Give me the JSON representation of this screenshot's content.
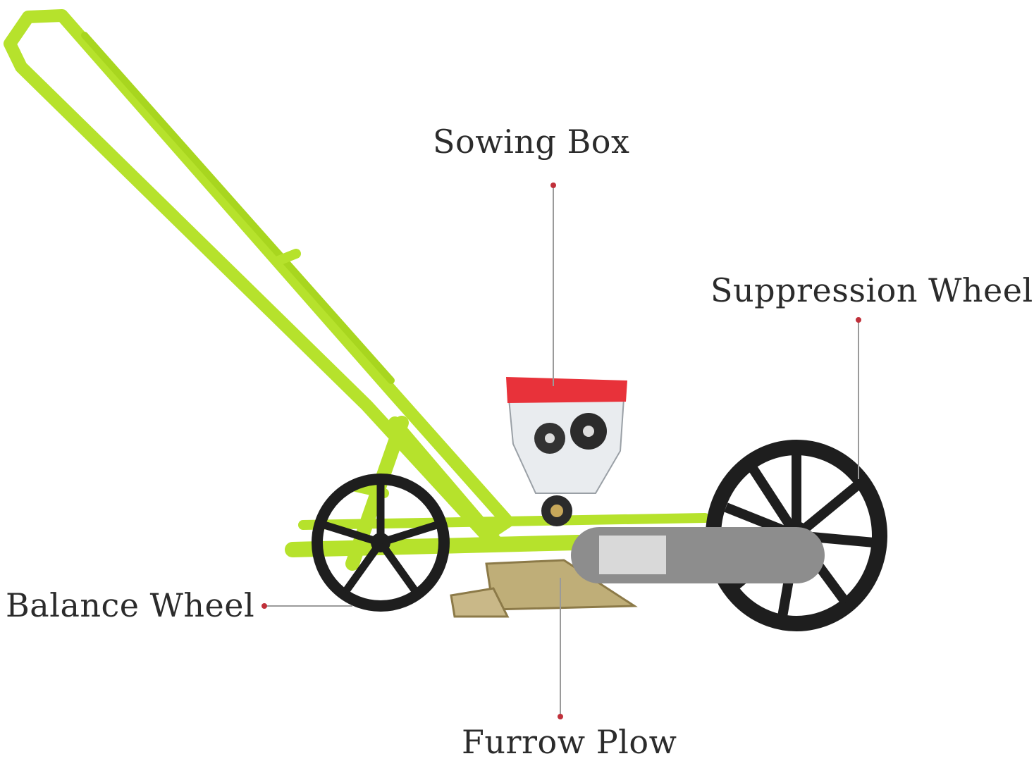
{
  "labels": {
    "sowing_box": "Sowing Box",
    "suppression_wheel": "Suppression Wheel",
    "balance_wheel": "Balance Wheel",
    "furrow_plow": "Furrow Plow"
  },
  "colors": {
    "frame": "#b6e22c",
    "frame_dark": "#8fbf14",
    "hopper_lid": "#e8323a",
    "wheel": "#1e1e1e",
    "cover": "#8d8d8d",
    "plow": "#b8a36a",
    "leader_line": "#9a9a9a",
    "leader_dot": "#c0303a"
  }
}
